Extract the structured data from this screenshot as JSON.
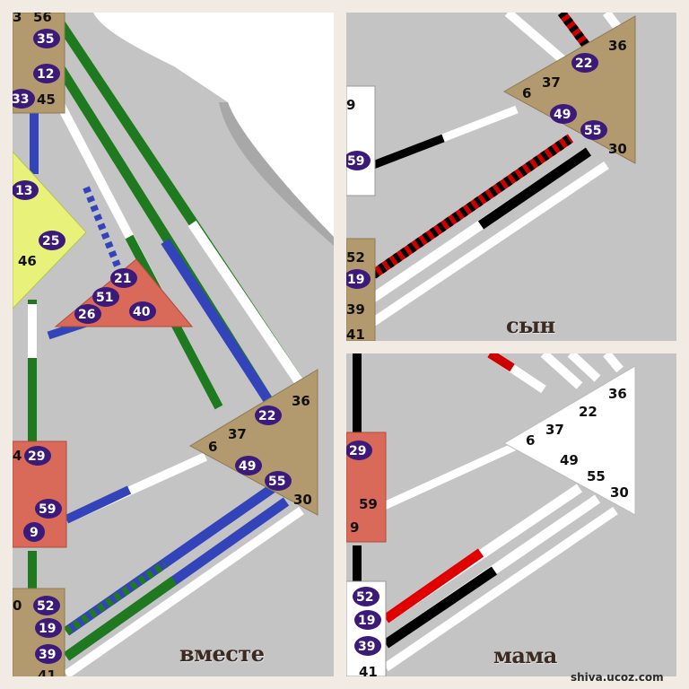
{
  "captions": {
    "together": "вместе",
    "son": "сын",
    "mom": "мама"
  },
  "watermark": "shiva.ucoz.com",
  "gates": {
    "head": [
      "56",
      "35",
      "12",
      "45",
      "33"
    ],
    "sacral": [
      "29",
      "59",
      "9"
    ],
    "root": [
      "52",
      "19",
      "39",
      "41"
    ],
    "ego_triangle": [
      "21",
      "51",
      "26",
      "40"
    ],
    "solar_plexus": [
      "36",
      "22",
      "37",
      "6",
      "49",
      "55",
      "30"
    ],
    "g_center": [
      "13",
      "25",
      "46"
    ],
    "partial_left": [
      "3",
      "4",
      "0",
      "9",
      "59",
      "9"
    ]
  },
  "colors": {
    "design": "#cc0000",
    "personality": "#000000",
    "partner_a": "#1f7a1f",
    "partner_b": "#3344bb",
    "defined_center_tan": "#b39a6e",
    "defined_center_red": "#d96a5a",
    "g_center_yellow": "#e8f27a",
    "gate_badge": "#3b1a7a"
  }
}
